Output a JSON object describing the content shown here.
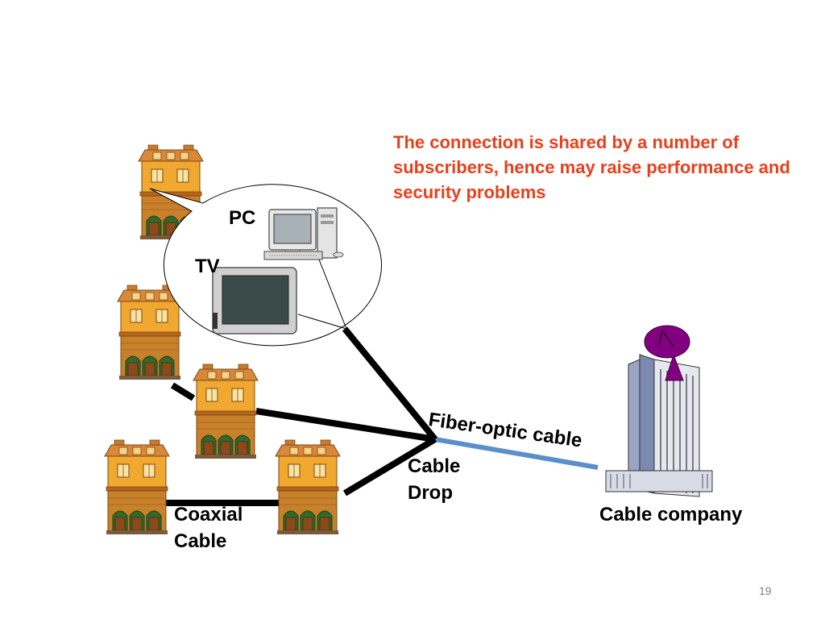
{
  "note": "The connection is shared by a number of subscribers, hence may raise performance and security problems",
  "labels": {
    "pc": "PC",
    "tv": "TV",
    "fiber": "Fiber-optic cable",
    "cable_drop_1": "Cable",
    "cable_drop_2": "Drop",
    "coaxial_1": "Coaxial",
    "coaxial_2": "Cable",
    "company": "Cable company"
  },
  "page_number": "19",
  "colors": {
    "note": "#e8401c",
    "fiber": "#5b8fc9",
    "house_wall": "#f0a830",
    "house_roof": "#d9883a",
    "dish": "#800080"
  }
}
